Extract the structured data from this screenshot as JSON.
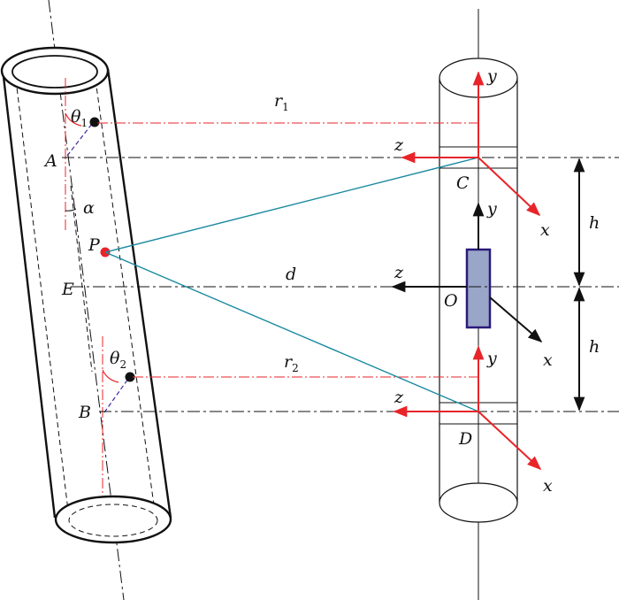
{
  "labels": {
    "theta1": "θ",
    "theta1_sub": "1",
    "theta2": "θ",
    "theta2_sub": "2",
    "alpha": "α",
    "A": "A",
    "B": "B",
    "E": "E",
    "P": "P",
    "r1": "r",
    "r1_sub": "1",
    "r2": "r",
    "r2_sub": "2",
    "d": "d",
    "C": "C",
    "D": "D",
    "O": "O",
    "h_top": "h",
    "h_bottom": "h"
  },
  "axes": {
    "top": {
      "y": "y",
      "z": "z",
      "x": "x"
    },
    "middle": {
      "y": "y",
      "z": "z",
      "x": "x"
    },
    "bottom": {
      "y": "y",
      "z": "z",
      "x": "x"
    }
  },
  "colors": {
    "red": "#e8242a",
    "teal": "#1a8aa0",
    "sensor_fill": "#9aa6c8",
    "sensor_stroke": "#2a1a7a",
    "dashed_purple": "#3a2aa0"
  }
}
